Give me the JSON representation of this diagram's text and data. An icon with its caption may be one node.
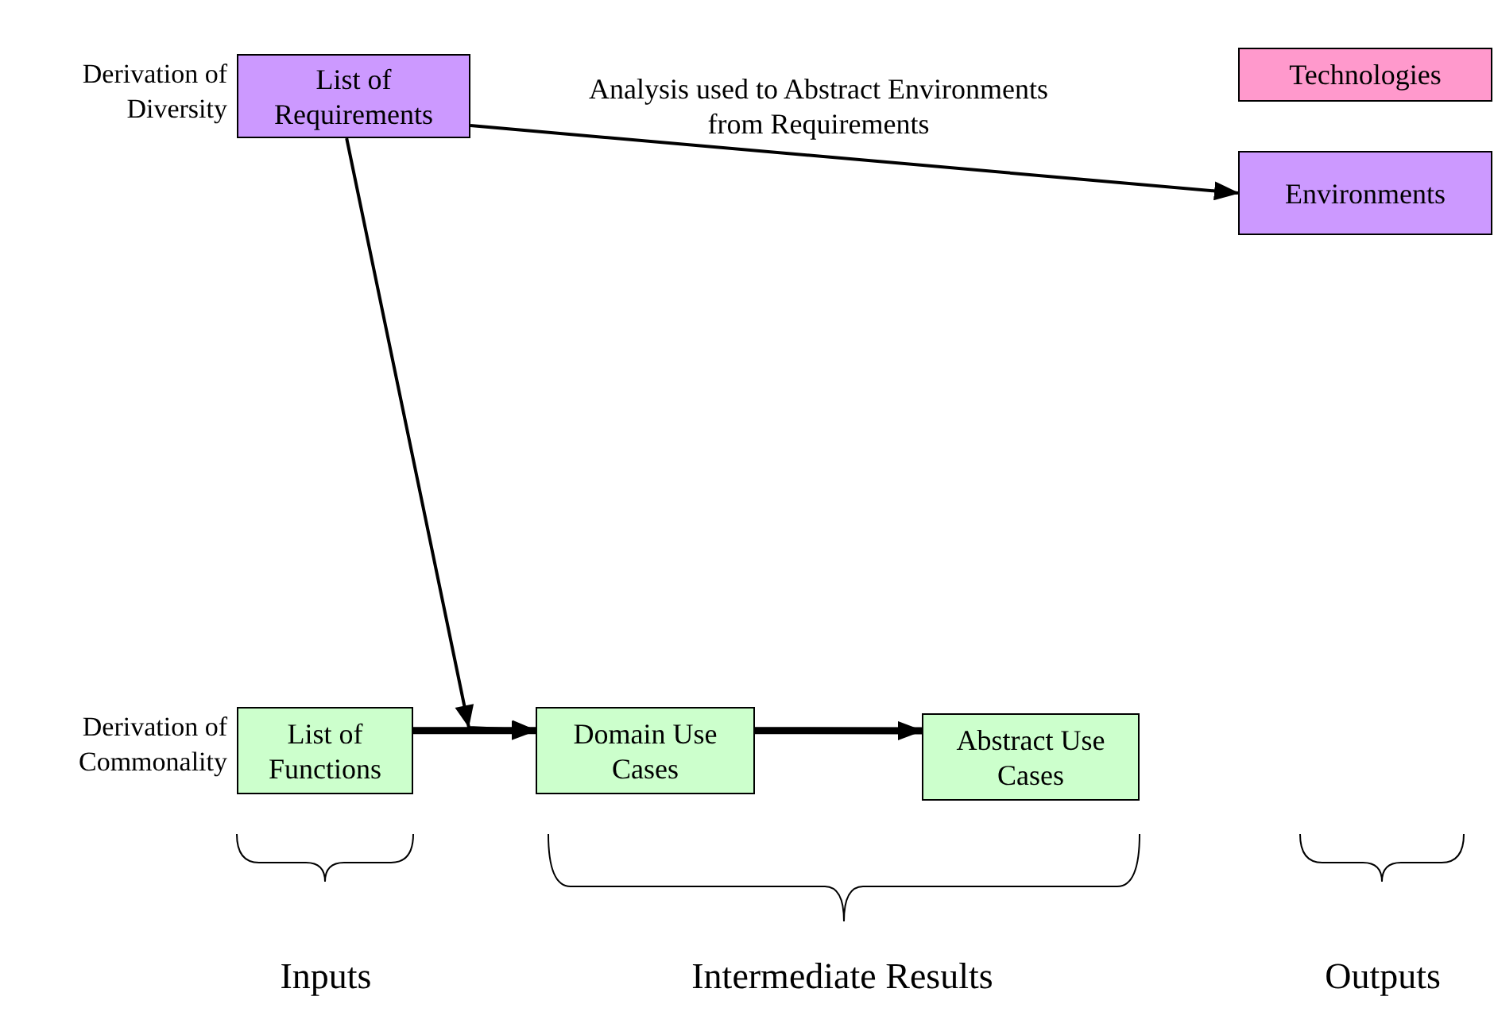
{
  "diagram": {
    "nodes": [
      {
        "text": [
          "List of Requirements"
        ],
        "beside": [
          "Derivation of Diversity"
        ]
      },
      {
        "text": [
          "Technologies"
        ]
      },
      {
        "text": [
          "Environments"
        ]
      },
      {
        "text": [
          "List of Functions"
        ],
        "beside": [
          "Derivation of Commonality"
        ]
      },
      {
        "text": [
          "Domain Use Cases"
        ]
      },
      {
        "text": [
          "Abstract Use Cases"
        ]
      }
    ],
    "edges": [
      {
        "from": 0,
        "to": 2,
        "arrow": "to",
        "label": "Analysis used to Abstract Environments from Requirements"
      },
      {
        "from": 0,
        "to": 4,
        "arrow": "to"
      },
      {
        "from": 3,
        "to": 4,
        "arrow": "to",
        "style": "thick"
      },
      {
        "from": 4,
        "to": 5,
        "arrow": "to",
        "style": "thick"
      }
    ],
    "labels": [
      "Inputs",
      "Intermediate Results",
      "Outputs"
    ]
  }
}
